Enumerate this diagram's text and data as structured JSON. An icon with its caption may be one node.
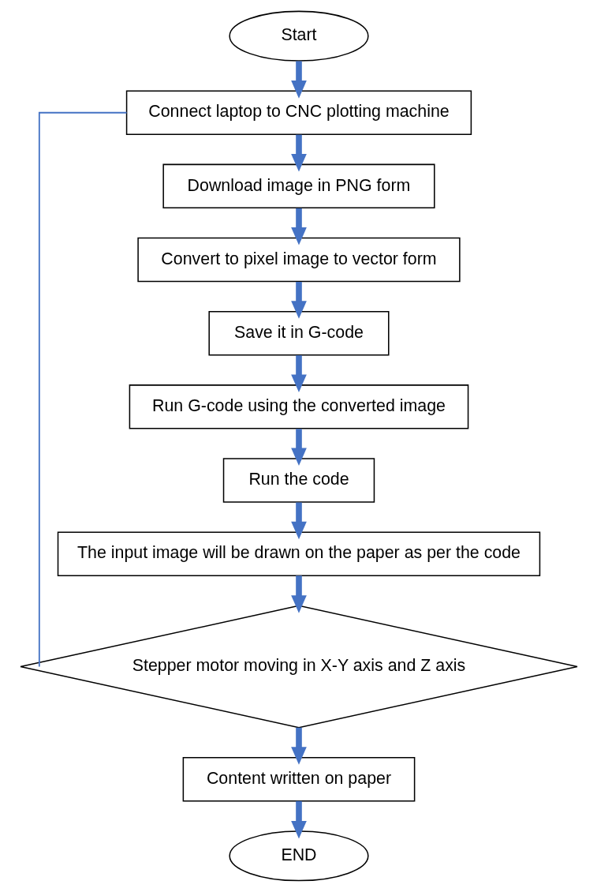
{
  "diagram": {
    "nodes": [
      {
        "text": [
          "Start"
        ]
      },
      {
        "text": [
          "Connect laptop to CNC plotting machine"
        ]
      },
      {
        "text": [
          "Download image in PNG form"
        ]
      },
      {
        "text": [
          "Convert to pixel image to vector form"
        ]
      },
      {
        "text": [
          "Save it in G-code"
        ]
      },
      {
        "text": [
          "Run G-code using the converted image"
        ]
      },
      {
        "text": [
          "Run the code"
        ]
      },
      {
        "text": [
          "The input image will be drawn on the paper as per the code"
        ]
      },
      {
        "text": [
          "Stepper motor moving in X-Y axis and Z axis"
        ]
      },
      {
        "text": [
          "Content written on paper"
        ]
      },
      {
        "text": [
          "END"
        ]
      }
    ],
    "edges": [
      {
        "from": 0,
        "to": 1,
        "arrow": "to"
      },
      {
        "from": 1,
        "to": 2,
        "arrow": "to"
      },
      {
        "from": 2,
        "to": 3,
        "arrow": "to"
      },
      {
        "from": 3,
        "to": 4,
        "arrow": "to"
      },
      {
        "from": 4,
        "to": 5,
        "arrow": "to"
      },
      {
        "from": 5,
        "to": 6,
        "arrow": "to"
      },
      {
        "from": 6,
        "to": 7,
        "arrow": "to"
      },
      {
        "from": 7,
        "to": 8,
        "arrow": "to"
      },
      {
        "from": 8,
        "to": 1,
        "arrow": "none"
      },
      {
        "from": 8,
        "to": 9,
        "arrow": "to"
      },
      {
        "from": 9,
        "to": 10,
        "arrow": "to"
      }
    ]
  }
}
